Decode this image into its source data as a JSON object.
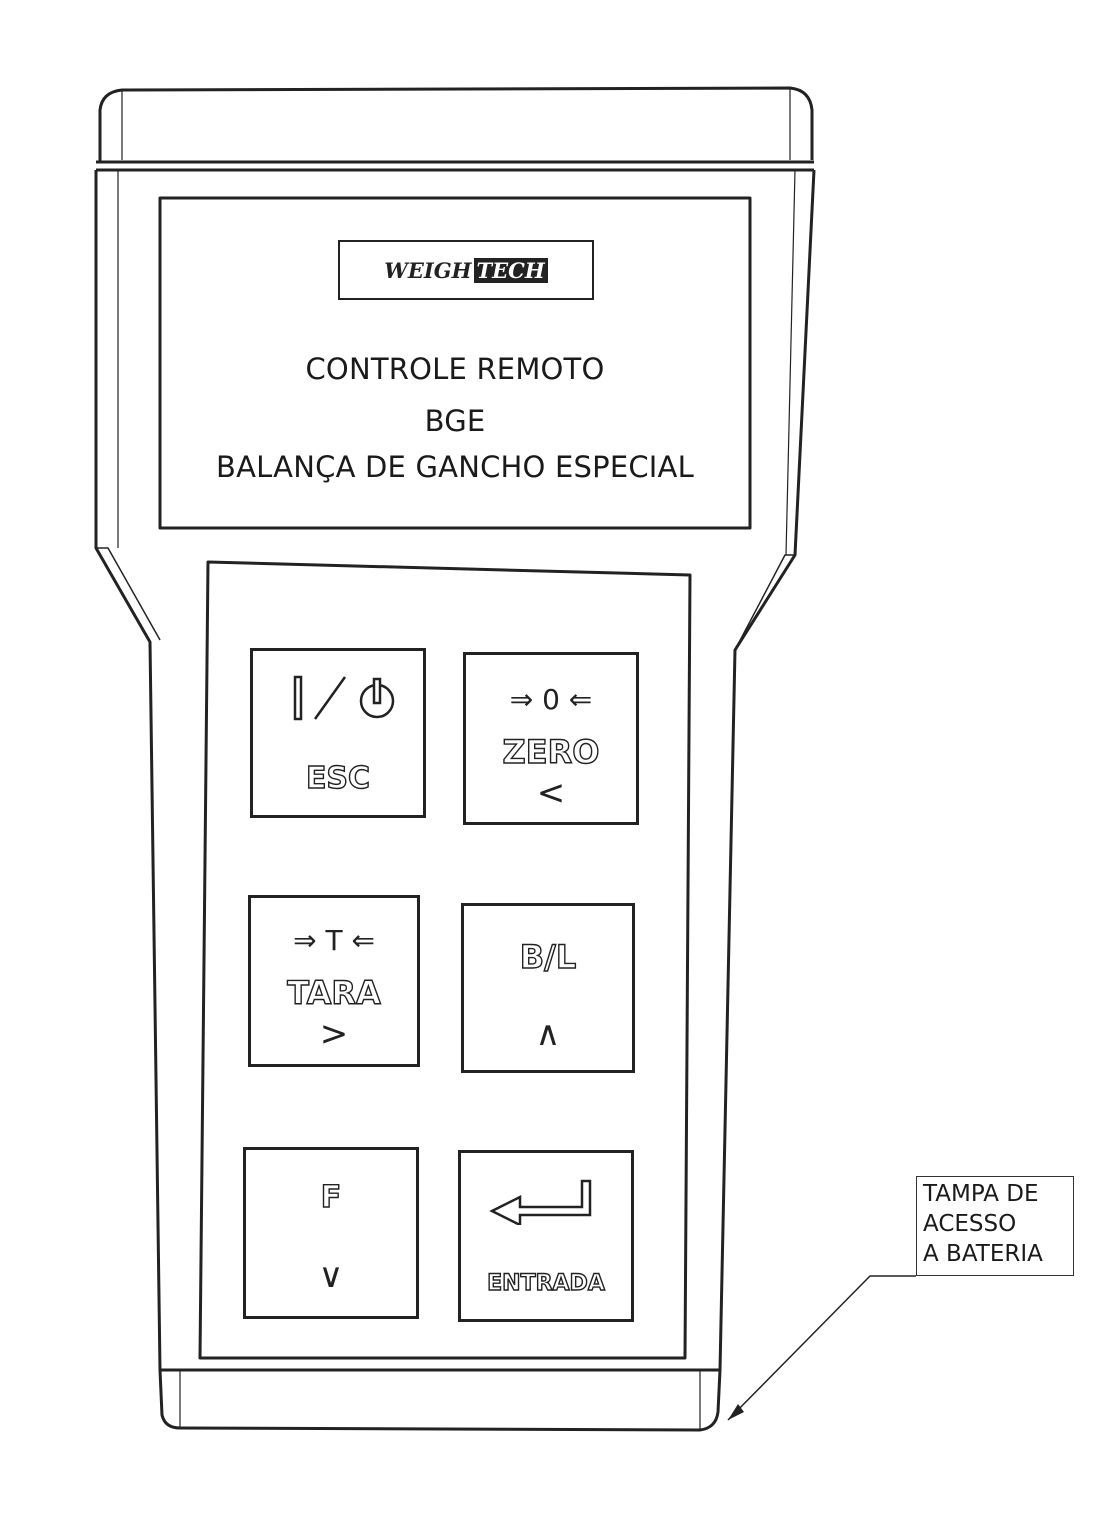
{
  "logo": {
    "part1": "WEIGH",
    "part2": "TECH"
  },
  "title": {
    "line1": "CONTROLE REMOTO",
    "line2": "BGE",
    "line3": "BALANÇA DE GANCHO ESPECIAL"
  },
  "keys": {
    "esc": {
      "label": "ESC",
      "symbol": "|/⏻"
    },
    "zero": {
      "symbol": "⇒ 0 ⇐",
      "label": "ZERO",
      "arrow": "<"
    },
    "tara": {
      "symbol": "⇒ T ⇐",
      "label": "TARA",
      "arrow": ">"
    },
    "bl": {
      "label": "B/L",
      "arrow": "∧"
    },
    "f": {
      "label": "F",
      "arrow": "∨"
    },
    "enter": {
      "label": "ENTRADA"
    }
  },
  "callout": {
    "line1": "TAMPA DE",
    "line2": "ACESSO",
    "line3": "A BATERIA"
  }
}
